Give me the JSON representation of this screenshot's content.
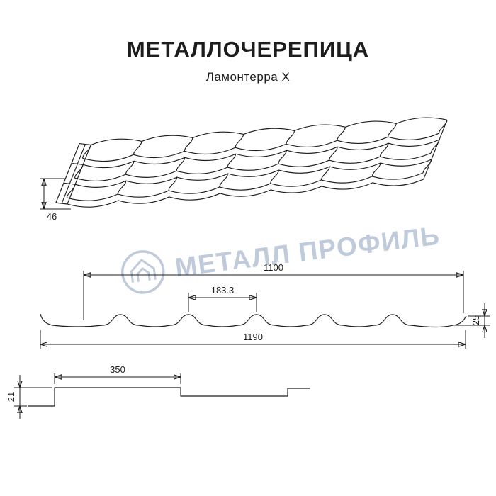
{
  "header": {
    "title": "МЕТАЛЛОЧЕРЕПИЦА",
    "subtitle": "Ламонтерра X"
  },
  "watermark": {
    "text": "МЕТАЛЛ ПРОФИЛЬ",
    "color": "#b7c4d6"
  },
  "perspective_view": {
    "dim_height": "46"
  },
  "cross_section": {
    "dim_overall_top": "1100",
    "dim_wave": "183.3",
    "dim_profile_height": "25",
    "dim_overall_bottom": "1190"
  },
  "step_profile": {
    "dim_module": "350",
    "dim_step": "21"
  },
  "line_color": "#1c1c1c"
}
